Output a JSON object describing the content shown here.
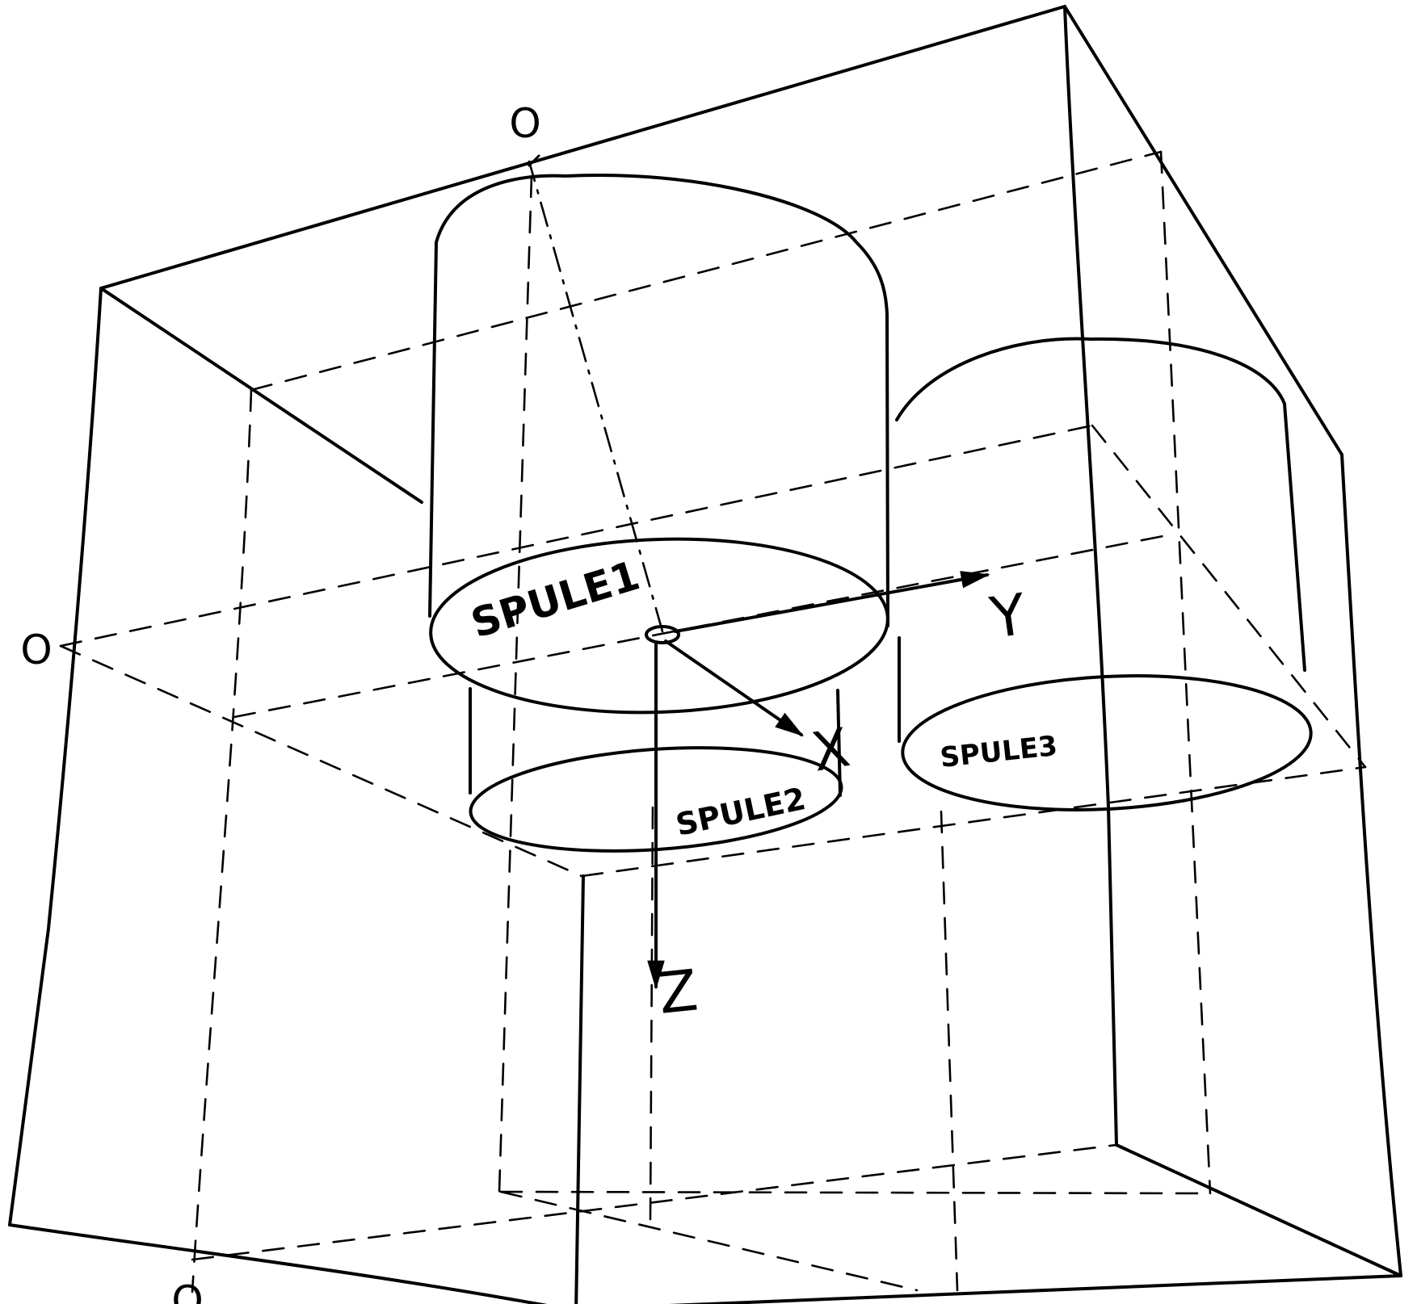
{
  "labels": {
    "origin_top": "O",
    "origin_left": "O",
    "origin_bottom": "O",
    "coil1": "SPULE1",
    "coil2": "SPULE2",
    "coil3": "SPULE3",
    "axis_x": "X",
    "axis_y": "Y",
    "axis_z": "Z"
  }
}
